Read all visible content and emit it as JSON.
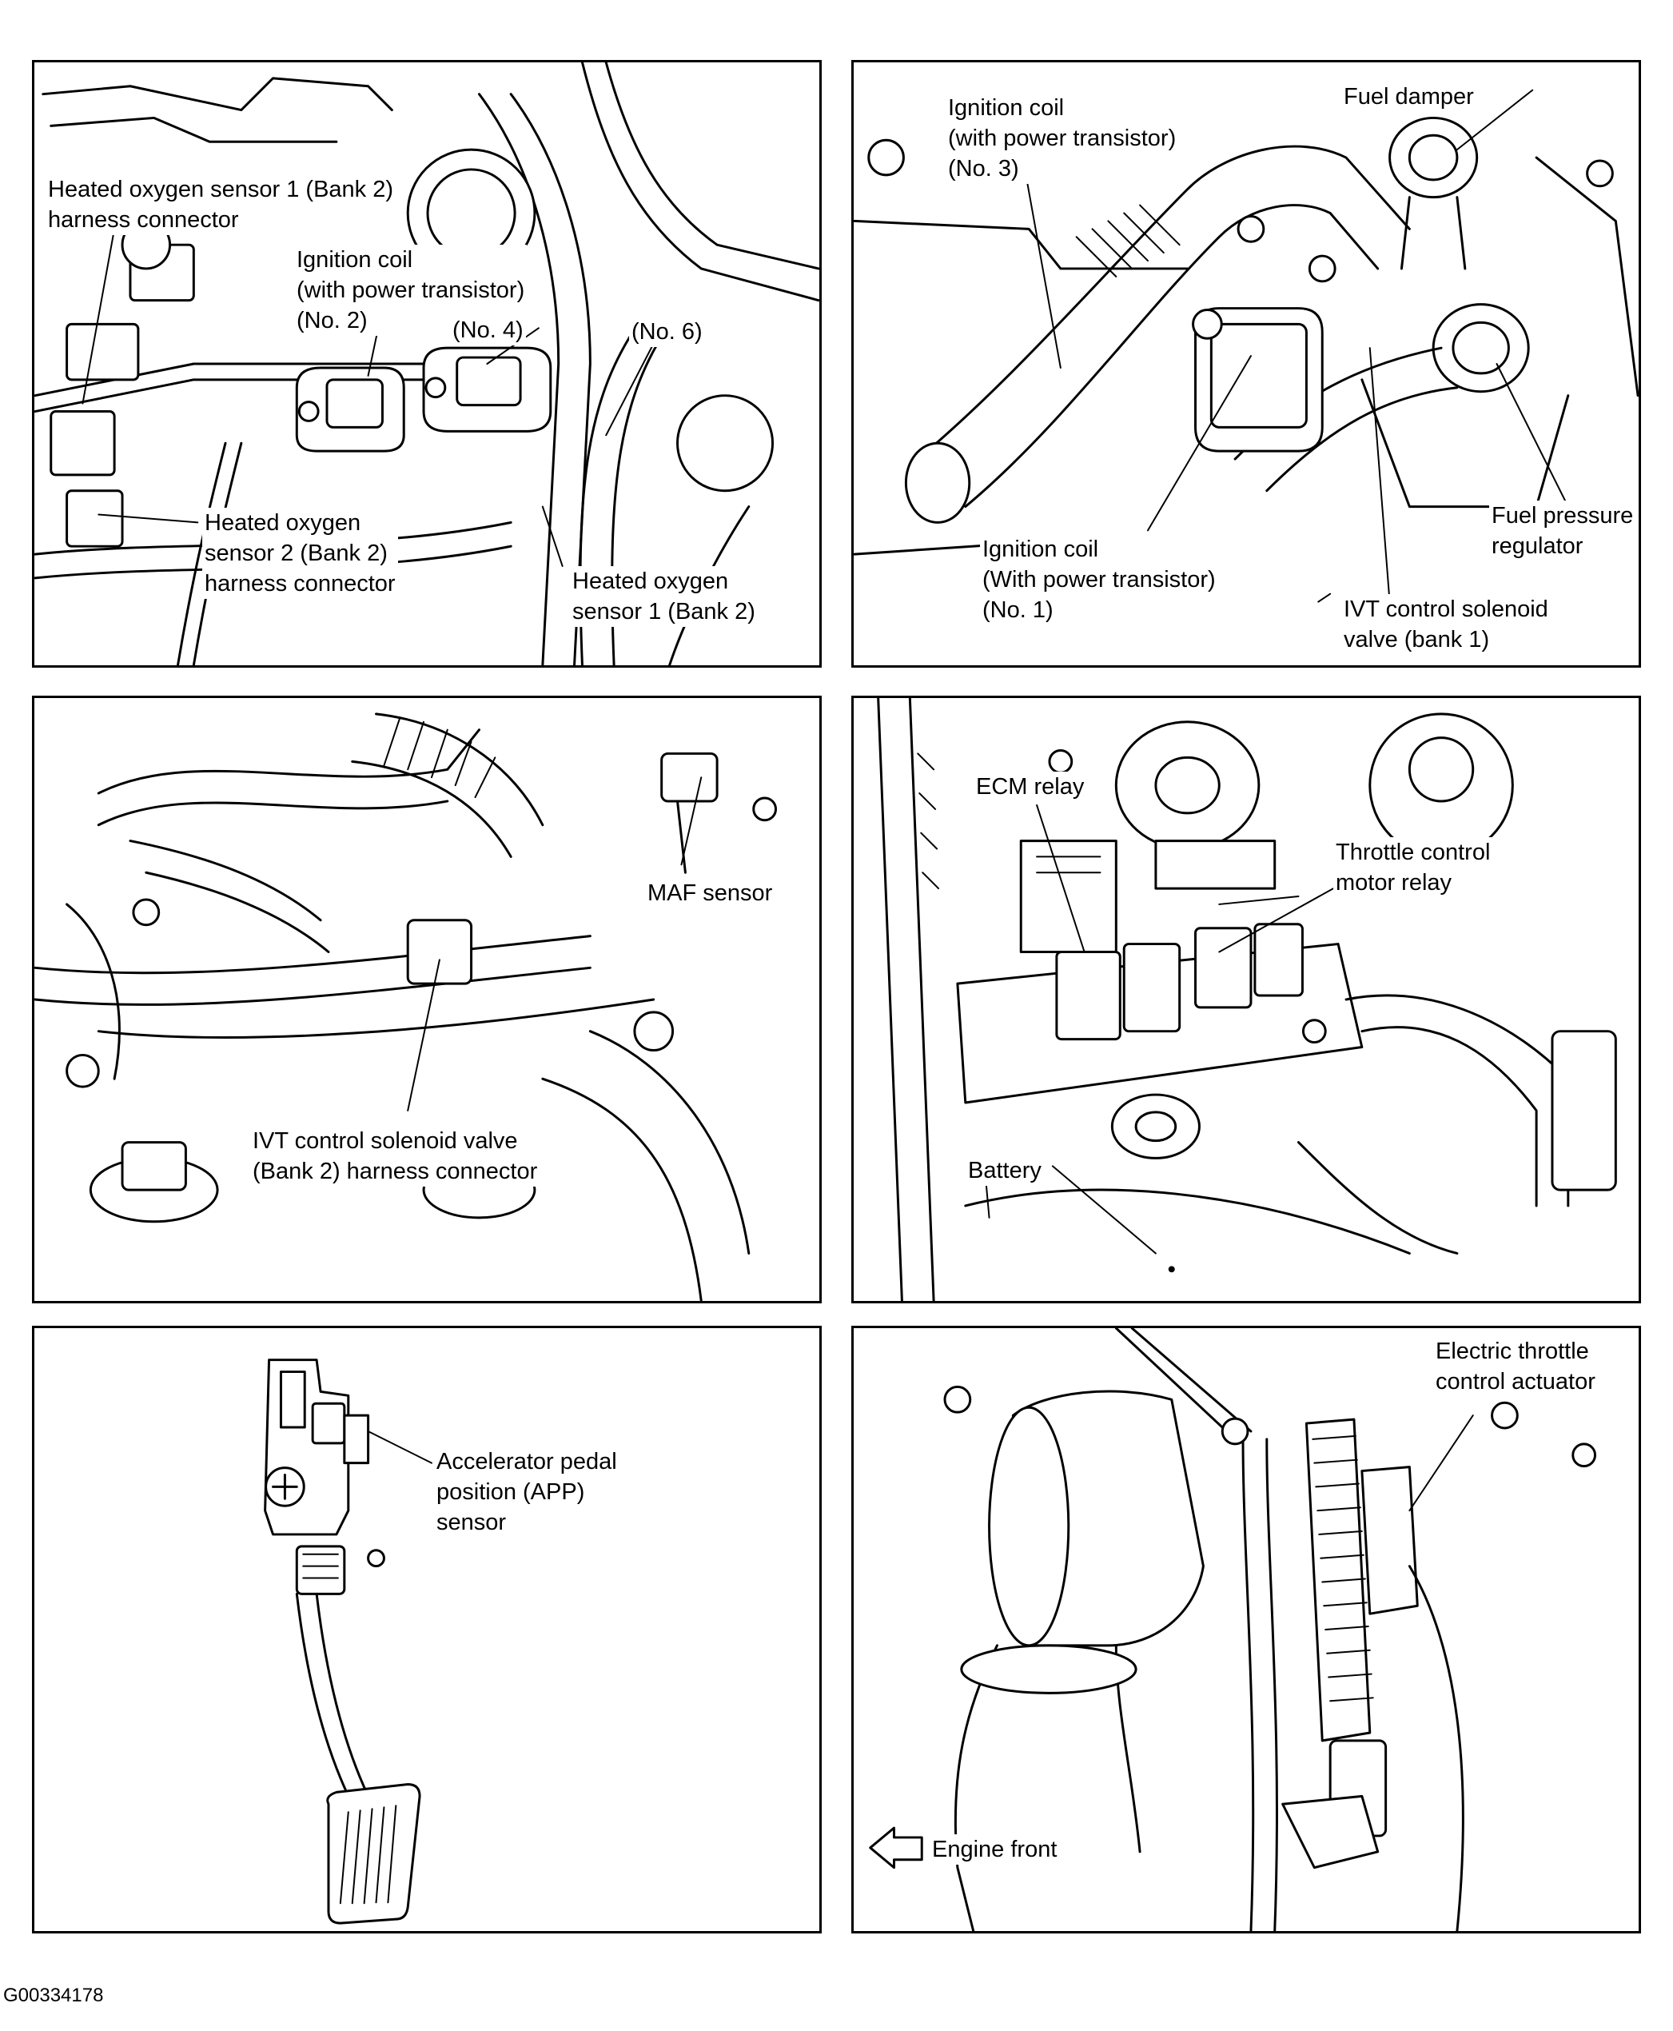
{
  "figure_id": "G00334178",
  "panels": {
    "top_left": {
      "label_ho2s1_connector": "Heated oxygen sensor 1 (Bank 2)\nharness connector",
      "label_ign_coil": "Ignition coil\n(with power transistor)\n(No. 2)",
      "label_no4": "(No. 4)",
      "label_no6": "(No. 6)",
      "label_ho2s2_connector": "Heated oxygen\nsensor 2 (Bank 2)\nharness connector",
      "label_ho2s1": "Heated oxygen\nsensor 1 (Bank 2)"
    },
    "top_right": {
      "label_ign_coil_no3": "Ignition coil\n(with power transistor)\n(No. 3)",
      "label_fuel_damper": "Fuel damper",
      "label_fuel_pressure_regulator": "Fuel pressure\nregulator",
      "label_ign_coil_no1": "Ignition coil\n(With power transistor)\n(No. 1)",
      "label_ivt_bank1": "IVT control solenoid\nvalve (bank 1)"
    },
    "mid_left": {
      "label_maf": "MAF sensor",
      "label_ivt_bank2": "IVT control solenoid valve\n(Bank 2) harness connector"
    },
    "mid_right": {
      "label_ecm_relay": "ECM relay",
      "label_throttle_relay": "Throttle control\nmotor relay",
      "label_battery": "Battery"
    },
    "bottom_left": {
      "label_app": "Accelerator pedal\nposition (APP)\nsensor"
    },
    "bottom_right": {
      "label_etc_actuator": "Electric throttle\ncontrol actuator",
      "label_engine_front": "Engine front"
    }
  }
}
